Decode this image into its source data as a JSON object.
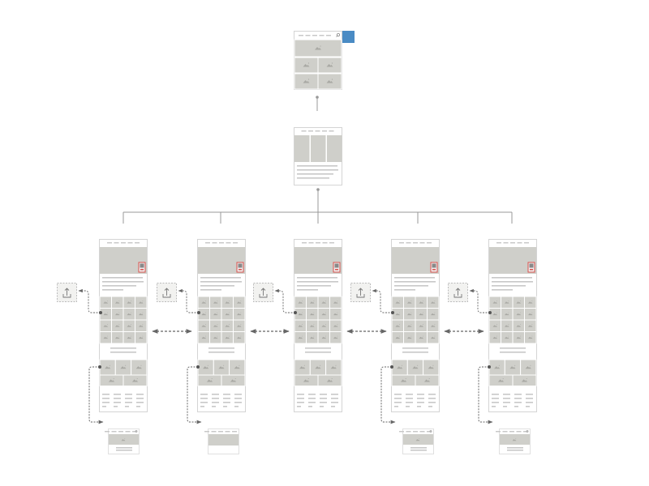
{
  "colors": {
    "frame_border": "#d4d4d4",
    "placeholder": "#cfcfca",
    "line": "#c8c8c8",
    "icon": "#a9a9a4",
    "connector": "#999999",
    "dashed": "#666666",
    "accent_blue": "#4a8bc4",
    "accent_red": "#d9534f",
    "share_box": "#f2f2f0"
  },
  "diagram": {
    "home_page": {
      "nav_items": 5,
      "has_search_icon": true,
      "tiles": 4
    },
    "section_page": {
      "columns": 3,
      "text_lines": 4
    },
    "detail_pages": [
      {
        "has_share_link": true,
        "has_bottom_link": true,
        "bottom_preview": "mobile-search"
      },
      {
        "has_share_link": true,
        "has_bottom_link": true,
        "bottom_preview": "mobile-plain"
      },
      {
        "has_share_link": true,
        "has_bottom_link": false,
        "bottom_preview": null
      },
      {
        "has_share_link": true,
        "has_bottom_link": true,
        "bottom_preview": "mobile-search"
      },
      {
        "has_share_link": true,
        "has_bottom_link": true,
        "bottom_preview": "mobile-search"
      }
    ]
  }
}
